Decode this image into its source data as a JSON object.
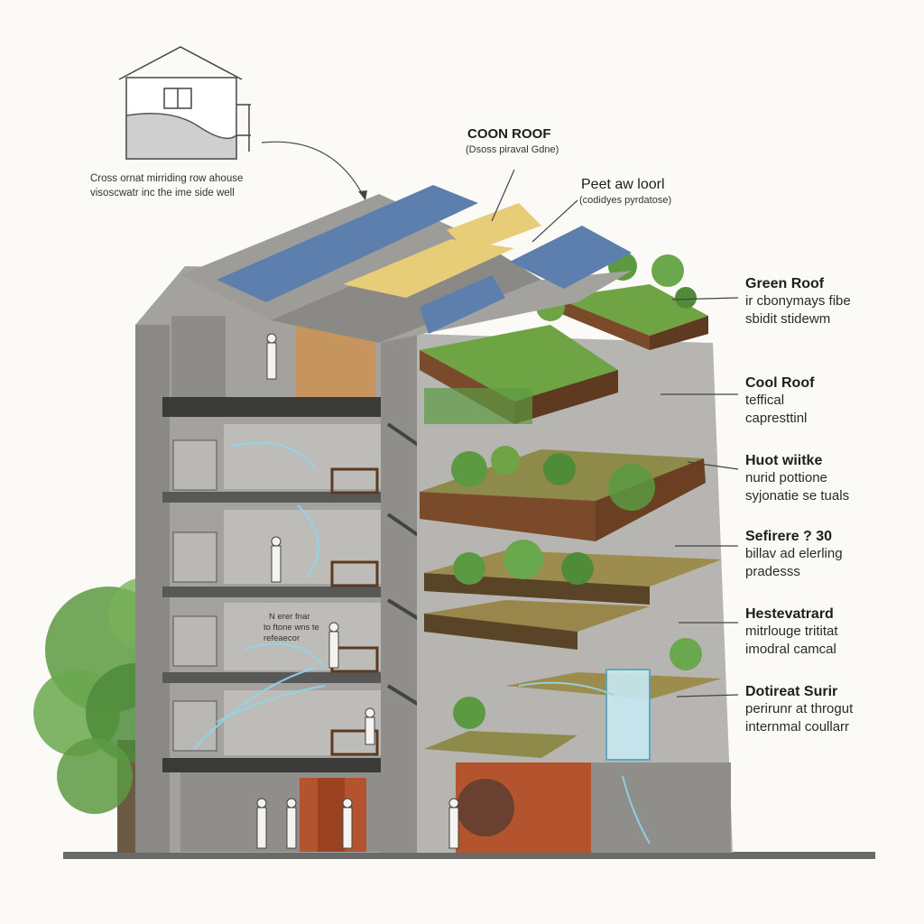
{
  "inset": {
    "caption_line1": "Cross ornat mirriding row ahouse",
    "caption_line2": "visoscwatr inc the ime side well"
  },
  "top_labels": {
    "coon_roof_title": "COON ROOF",
    "coon_roof_sub": "(Dsoss piraval Gdne)",
    "peet_title": "Peet aw loorl",
    "peet_sub": "(codidyes pyrdatose)"
  },
  "interior_note": {
    "line1": "N erer fnar",
    "line2": "to ftone wns te",
    "line3": "refeaecor"
  },
  "callouts": [
    {
      "title": "Green Roof",
      "line1": "ir cbonymays fibe",
      "line2": "sbidit stidewm"
    },
    {
      "title": "Cool Roof",
      "line1": "teffical",
      "line2": "capresttinl"
    },
    {
      "title": "Huot wiitke",
      "line1": "nurid pottione",
      "line2": "syjonatie se tuals"
    },
    {
      "title": "Sefirere ? 30",
      "line1": "billav ad elerling",
      "line2": "pradesss"
    },
    {
      "title": "Hestevatrard",
      "line1": "mitrlouge trititat",
      "line2": "imodral camcal"
    },
    {
      "title": "Dotireat Surir",
      "line1": "perirunr at throgut",
      "line2": "internmal coullarr"
    }
  ],
  "colors": {
    "concrete": "#9d9c98",
    "concrete_dark": "#7c7b77",
    "concrete_light": "#c7c6c2",
    "solar": "#5d7fae",
    "cool_roof": "#e8cd78",
    "grass": "#6fa444",
    "soil": "#7a4a2a",
    "tree": "#5c9a42",
    "water": "#8fd6ee",
    "timber": "#c6955e",
    "rust": "#b4542e"
  }
}
